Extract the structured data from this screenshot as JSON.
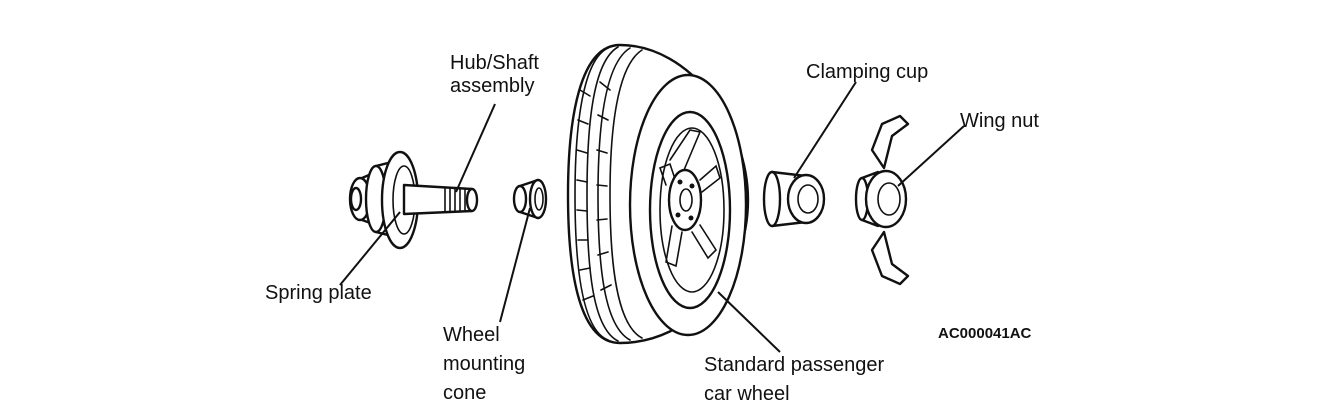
{
  "labels": {
    "hub_shaft": "Hub/Shaft\nassembly",
    "spring_plate": "Spring plate",
    "wheel_cone": "Wheel\nmounting\ncone",
    "passenger_wheel": "Standard passenger\ncar wheel",
    "clamping_cup": "Clamping cup",
    "wing_nut": "Wing nut"
  },
  "figure_code": "AC000041AC"
}
